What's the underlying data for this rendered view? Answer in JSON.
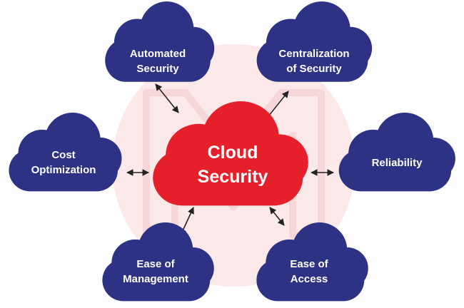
{
  "diagram": {
    "center": {
      "line1": "Cloud",
      "line2": "Security"
    },
    "nodes": {
      "automated": {
        "line1": "Automated",
        "line2": "Security"
      },
      "centralization": {
        "line1": "Centralization",
        "line2": "of Security"
      },
      "cost": {
        "line1": "Cost",
        "line2": "Optimization"
      },
      "reliability": {
        "line1": "Reliability"
      },
      "ease_management": {
        "line1": "Ease of",
        "line2": "Management"
      },
      "ease_access": {
        "line1": "Ease of",
        "line2": "Access"
      }
    },
    "colors": {
      "center_cloud": "#e5202b",
      "outer_cloud": "#2e3285",
      "watermark": "#fbe9ea",
      "arrow": "#222222",
      "text": "#ffffff"
    }
  }
}
